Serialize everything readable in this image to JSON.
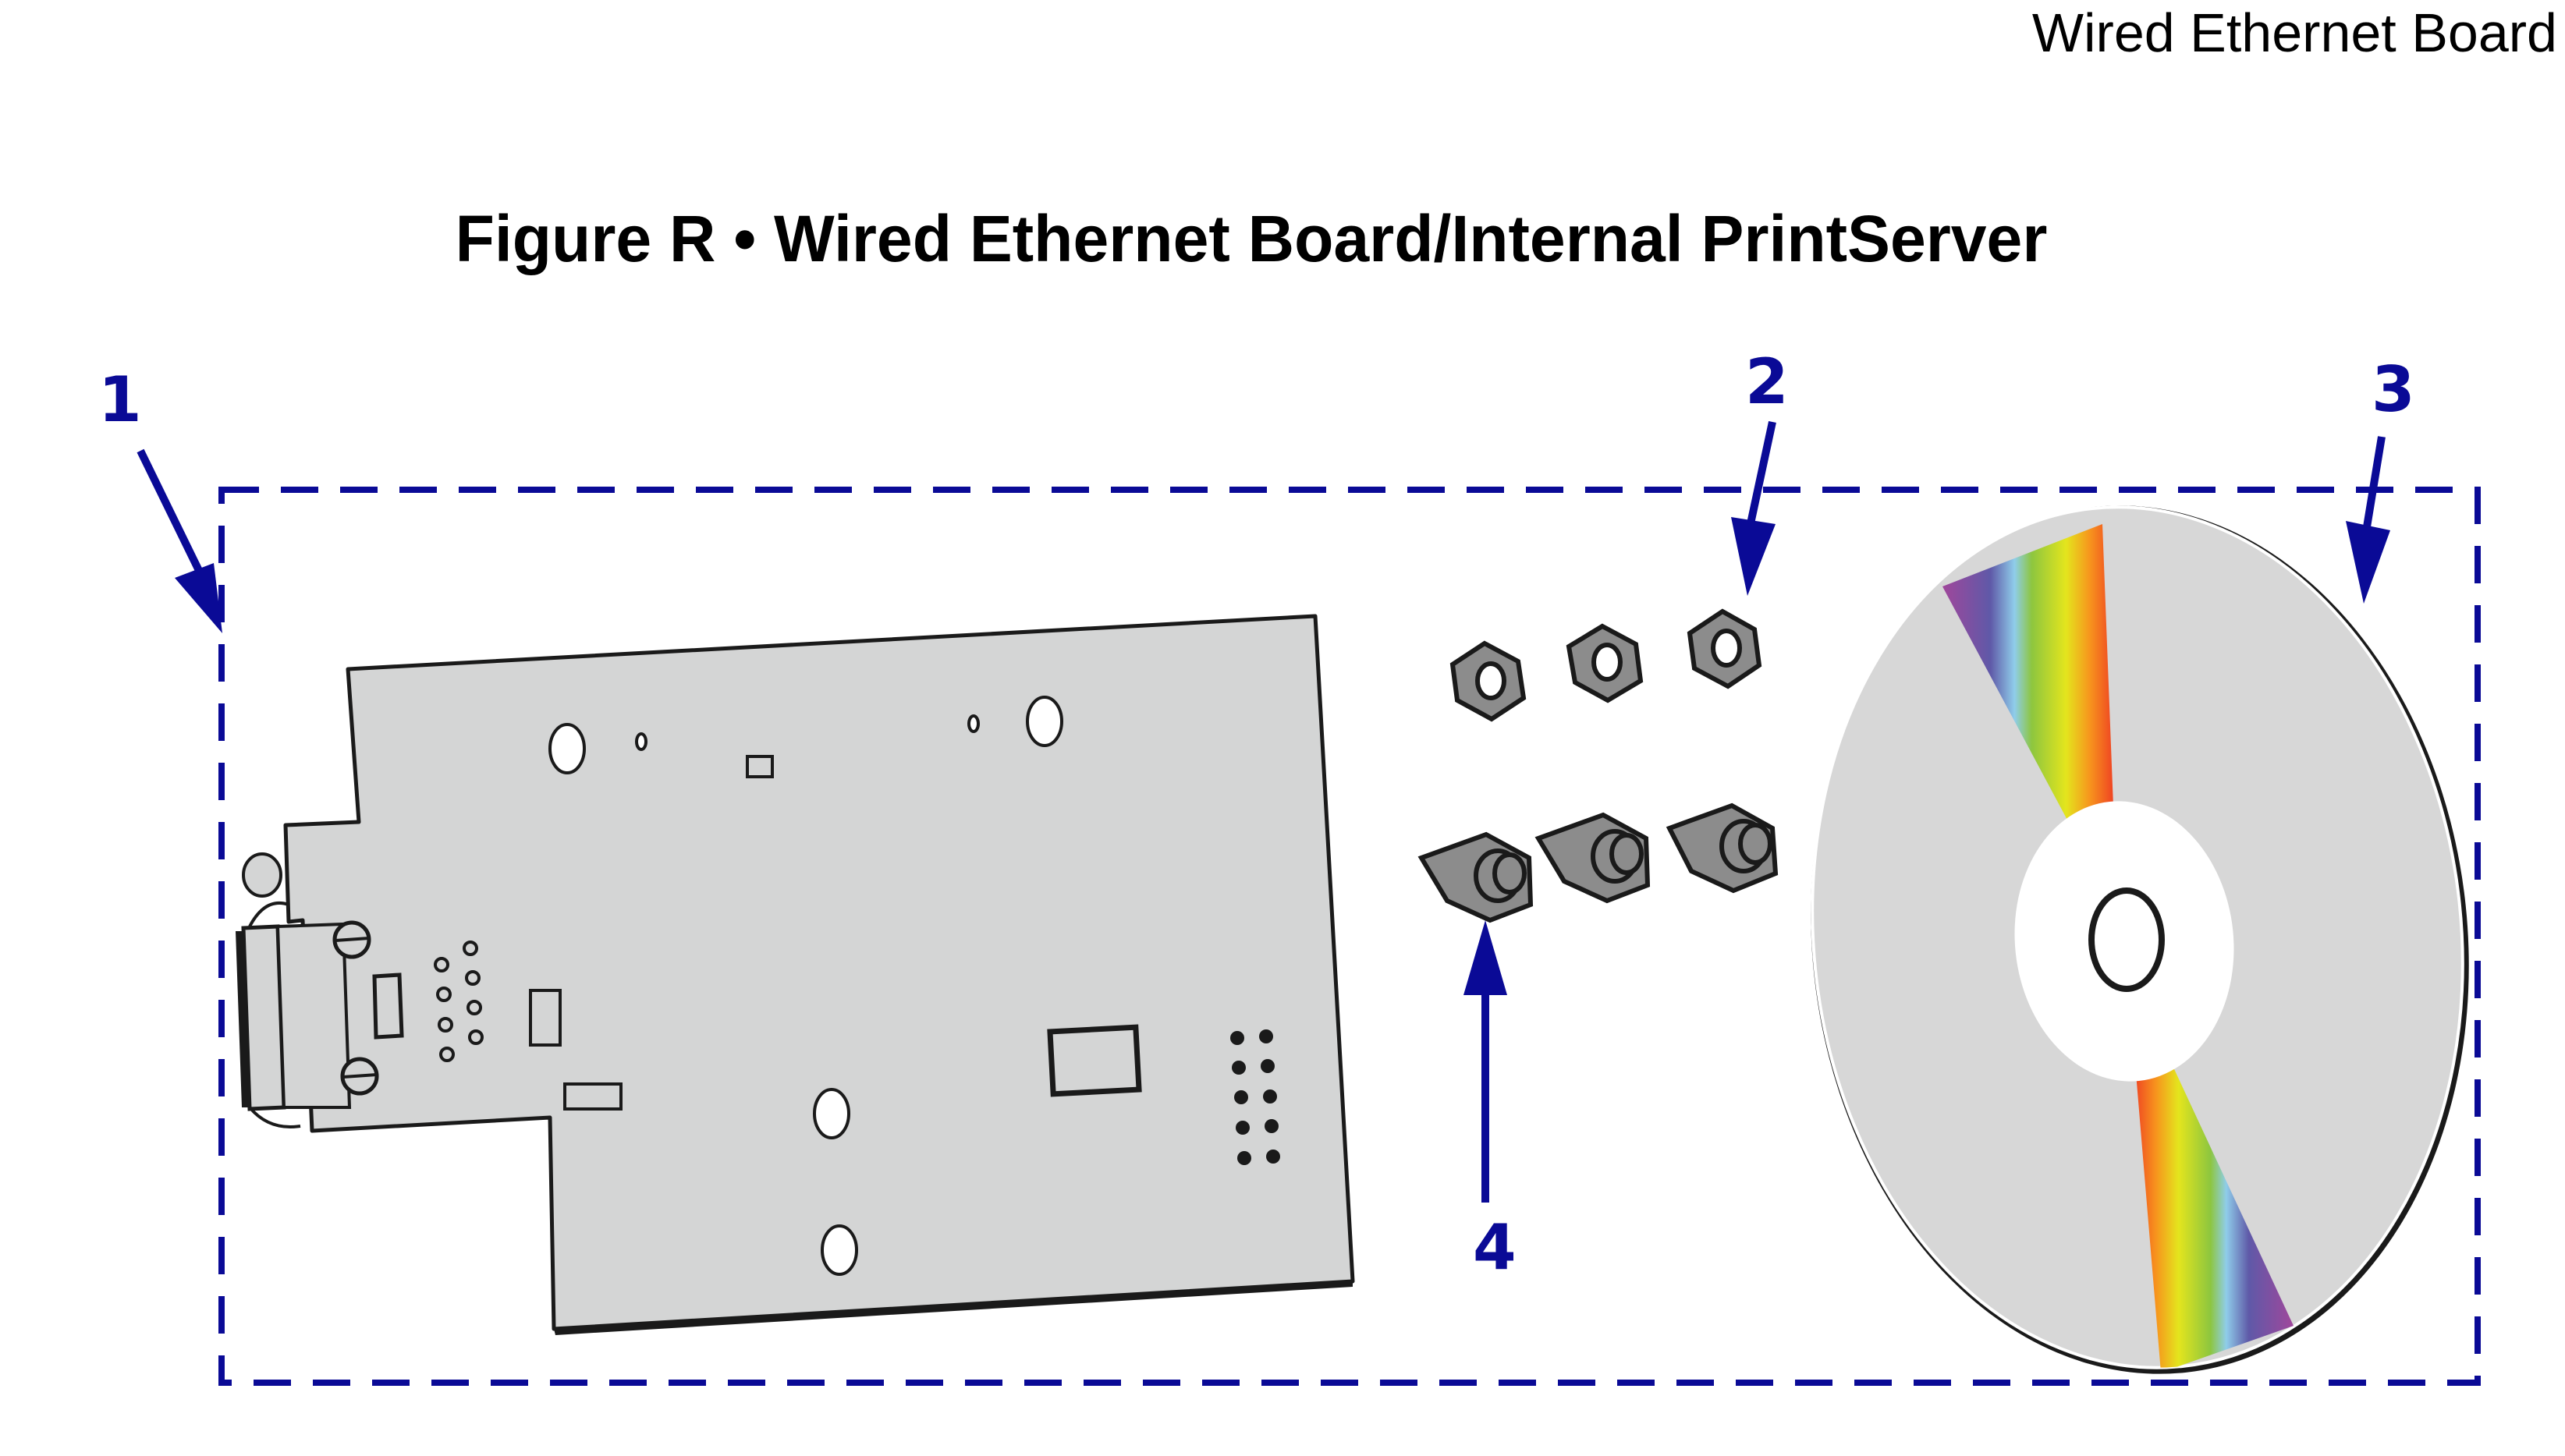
{
  "page": {
    "running_header": "Wired Ethernet Board",
    "figure_title": "Figure R • Wired Ethernet Board/Internal PrintServer"
  },
  "figure": {
    "callouts": [
      {
        "number": "1",
        "target": "wired-ethernet-board-kit"
      },
      {
        "number": "2",
        "target": "hex-nuts"
      },
      {
        "number": "3",
        "target": "cd-rom"
      },
      {
        "number": "4",
        "target": "standoffs"
      }
    ],
    "colors": {
      "callout": "#0a0a96",
      "board_fill": "#d4d5d5",
      "hardware_fill": "#8c8c8c",
      "disc_fill": "#d7d7d7",
      "outline": "#1a1a1a"
    },
    "hex_nut_count": 3,
    "standoff_count": 3
  }
}
